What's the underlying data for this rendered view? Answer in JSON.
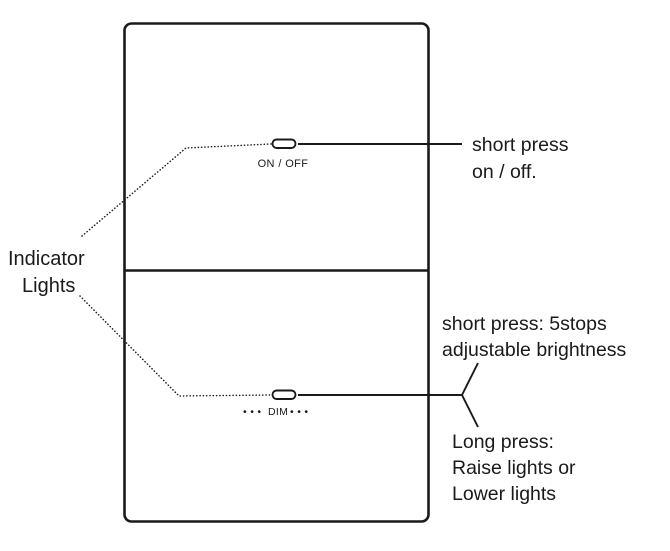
{
  "device": {
    "name": "two-gang-wall-dimmer-switch",
    "outline_color": "#1a1a1a",
    "face_color": "#ffffff",
    "panels": [
      {
        "id": "upper-panel",
        "button_caption": "ON / OFF",
        "indicator_name": "on-off-indicator-light"
      },
      {
        "id": "lower-panel",
        "button_caption": "DIM",
        "dot_caption_left": "• • •",
        "dot_caption_right": "• • •",
        "indicator_name": "dim-indicator-light",
        "dot_count_left": 3,
        "dot_count_right": 3
      }
    ]
  },
  "labels": {
    "indicator_lights": {
      "line1": "Indicator",
      "line2": "Lights"
    },
    "on_off_annotation": {
      "line1": "short press",
      "line2": "on / off."
    },
    "short_press_annotation": {
      "line1": "short press: 5stops",
      "line2": "adjustable brightness"
    },
    "long_press_annotation": {
      "line1": "Long press:",
      "line2": "Raise lights or",
      "line3": "Lower lights"
    }
  }
}
